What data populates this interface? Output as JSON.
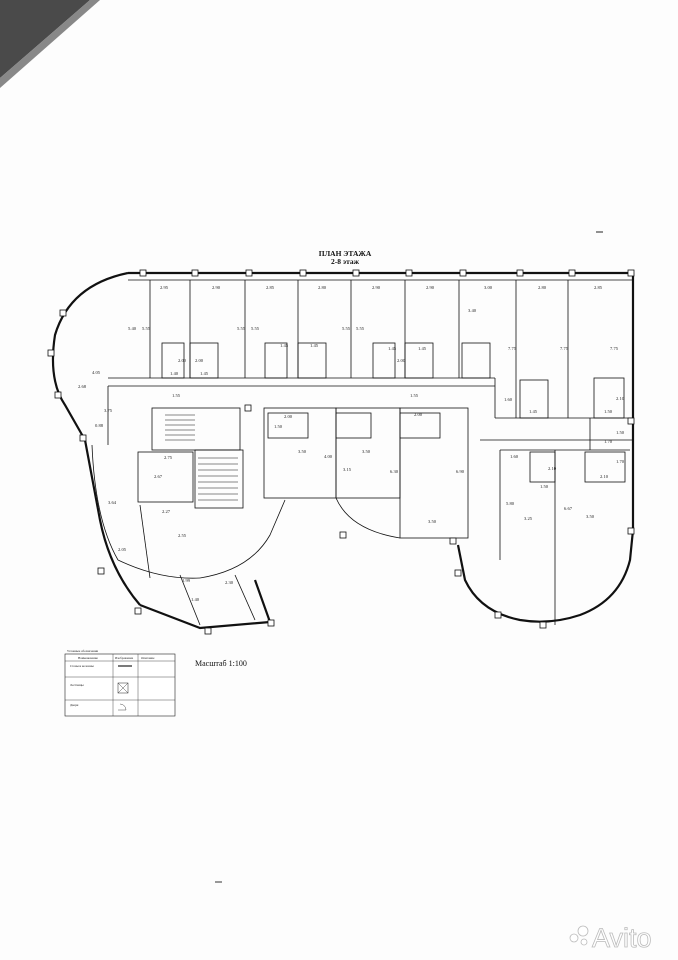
{
  "plan": {
    "title_line1": "ПЛАН ЭТАЖА",
    "title_line2": "2-8 этаж",
    "scale_label": "Масштаб 1:100",
    "dimensions": [
      "2.95",
      "2.90",
      "2.85",
      "2.80",
      "2.90",
      "2.90",
      "3.00",
      "2.80",
      "2.85",
      "5.40",
      "5.55",
      "5.55",
      "5.55",
      "5.55",
      "5.55",
      "3.40",
      "7.75",
      "7.75",
      "7.75",
      "2.00",
      "2.00",
      "1.45",
      "1.45",
      "2.00",
      "1.45",
      "1.45",
      "1.40",
      "1.45",
      "4.05",
      "2.68",
      "3.75",
      "0.88",
      "1.55",
      "1.55",
      "1.60",
      "1.45",
      "1.50",
      "2.10",
      "2.00",
      "1.50",
      "2.00",
      "3.50",
      "4.00",
      "3.15",
      "3.50",
      "6.30",
      "6.90",
      "3.50",
      "2.75",
      "2.67",
      "2.27",
      "2.55",
      "3.64",
      "2.05",
      "1.99",
      "1.40",
      "2.30",
      "1.70",
      "1.50",
      "1.60",
      "2.10",
      "1.50",
      "2.10",
      "5.80",
      "6.67",
      "3.25",
      "3.50",
      "1.70"
    ],
    "legend": {
      "heading": "Условные обозначения",
      "col1": "Наименование",
      "col2": "Изображение",
      "col3": "Описание",
      "rows": [
        "Стены и колонны",
        "Лестницы",
        "Двери"
      ]
    },
    "watermark": "Avito"
  }
}
